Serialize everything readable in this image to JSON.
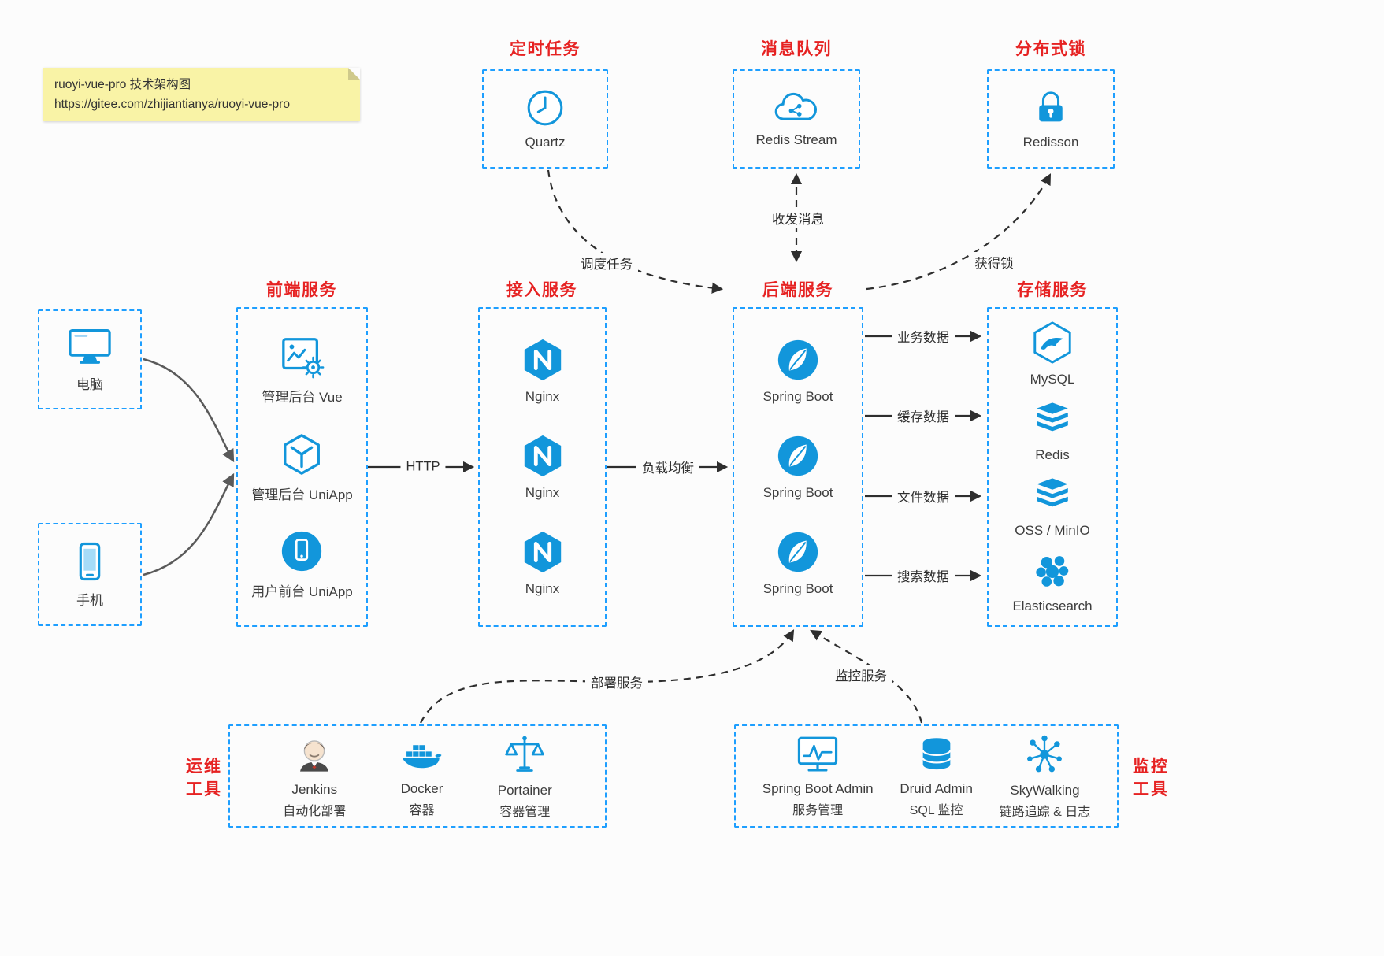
{
  "colors": {
    "accent_blue": "#1e9fff",
    "icon_blue": "#1296db",
    "title_red": "#e62222",
    "note_yellow": "#f9f3a6"
  },
  "note": {
    "line1": "ruoyi-vue-pro 技术架构图",
    "line2": "https://gitee.com/zhijiantianya/ruoyi-vue-pro"
  },
  "groups": {
    "scheduler": {
      "title": "定时任务",
      "item": {
        "label": "Quartz",
        "icon": "clock-icon"
      }
    },
    "mq": {
      "title": "消息队列",
      "item": {
        "label": "Redis Stream",
        "icon": "cloud-network-icon"
      }
    },
    "lock": {
      "title": "分布式锁",
      "item": {
        "label": "Redisson",
        "icon": "padlock-icon"
      }
    },
    "clients": {
      "pc": {
        "label": "电脑",
        "icon": "desktop-icon"
      },
      "mobile": {
        "label": "手机",
        "icon": "smartphone-icon"
      }
    },
    "frontend": {
      "title": "前端服务",
      "items": [
        {
          "label": "管理后台 Vue",
          "icon": "admin-window-gear-icon"
        },
        {
          "label": "管理后台 UniApp",
          "icon": "hexagon-y-icon"
        },
        {
          "label": "用户前台 UniApp",
          "icon": "circle-phone-icon"
        }
      ]
    },
    "gateway": {
      "title": "接入服务",
      "items": [
        {
          "label": "Nginx",
          "icon": "nginx-hexagon-icon"
        },
        {
          "label": "Nginx",
          "icon": "nginx-hexagon-icon"
        },
        {
          "label": "Nginx",
          "icon": "nginx-hexagon-icon"
        }
      ]
    },
    "backend": {
      "title": "后端服务",
      "items": [
        {
          "label": "Spring Boot",
          "icon": "spring-leaf-icon"
        },
        {
          "label": "Spring Boot",
          "icon": "spring-leaf-icon"
        },
        {
          "label": "Spring Boot",
          "icon": "spring-leaf-icon"
        }
      ]
    },
    "storage": {
      "title": "存储服务",
      "items": [
        {
          "label": "MySQL",
          "icon": "mysql-dolphin-icon"
        },
        {
          "label": "Redis",
          "icon": "redis-stack-icon"
        },
        {
          "label": "OSS / MinIO",
          "icon": "object-storage-stack-icon"
        },
        {
          "label": "Elasticsearch",
          "icon": "elasticsearch-cluster-icon"
        }
      ]
    },
    "ops": {
      "title_line1": "运维",
      "title_line2": "工具",
      "items": [
        {
          "label": "Jenkins",
          "sublabel": "自动化部署",
          "icon": "jenkins-butler-icon"
        },
        {
          "label": "Docker",
          "sublabel": "容器",
          "icon": "docker-whale-icon"
        },
        {
          "label": "Portainer",
          "sublabel": "容器管理",
          "icon": "scales-icon"
        }
      ]
    },
    "monitoring": {
      "title_line1": "监控",
      "title_line2": "工具",
      "items": [
        {
          "label": "Spring Boot Admin",
          "sublabel": "服务管理",
          "icon": "monitor-chart-icon"
        },
        {
          "label": "Druid Admin",
          "sublabel": "SQL 监控",
          "icon": "database-cylinder-icon"
        },
        {
          "label": "SkyWalking",
          "sublabel": "链路追踪 & 日志",
          "icon": "network-nodes-icon"
        }
      ]
    }
  },
  "edges": {
    "http": "HTTP",
    "load_balance": "负载均衡",
    "schedule_task": "调度任务",
    "send_receive_message": "收发消息",
    "acquire_lock": "获得锁",
    "business_data": "业务数据",
    "cache_data": "缓存数据",
    "file_data": "文件数据",
    "search_data": "搜索数据",
    "deploy_service": "部署服务",
    "monitor_service": "监控服务"
  }
}
